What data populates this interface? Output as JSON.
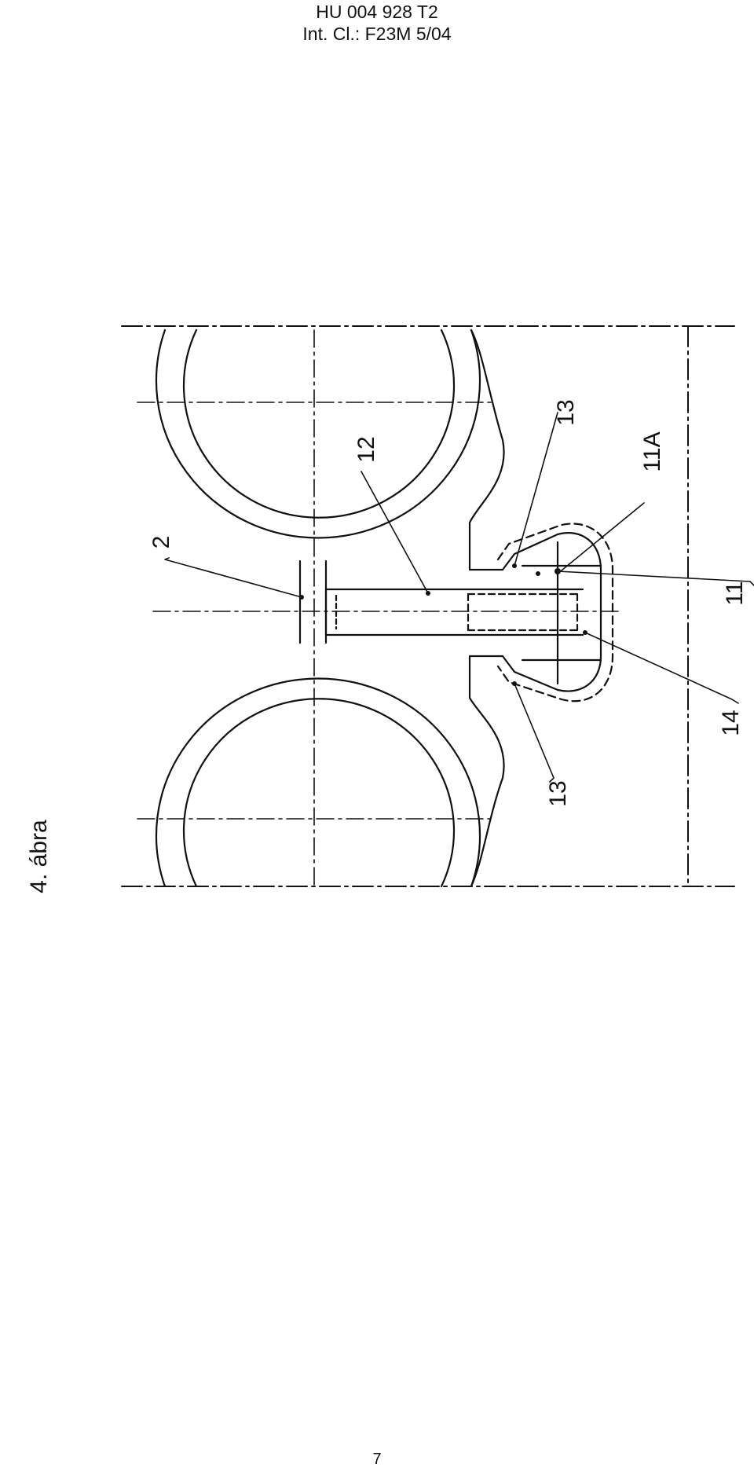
{
  "header": {
    "publication_number": "HU 004 928 T2",
    "classification": "Int. Cl.: F23M 5/04"
  },
  "figure": {
    "label": "4. ábra",
    "reference_numerals": {
      "r2": "2",
      "r12": "12",
      "r13_top": "13",
      "r13_bottom": "13",
      "r11A": "11A",
      "r11": "11",
      "r14": "14"
    }
  },
  "footer": {
    "page_number": "7"
  }
}
